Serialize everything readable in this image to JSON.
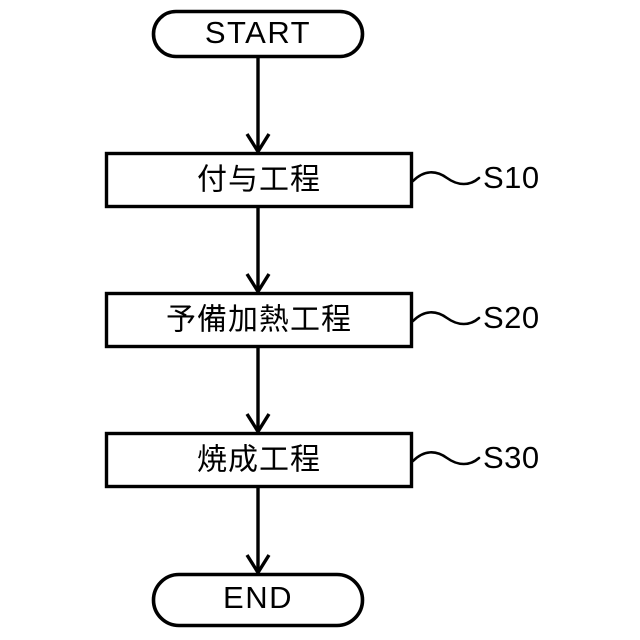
{
  "diagram": {
    "type": "flowchart",
    "orientation": "vertical",
    "background_color": "#ffffff",
    "stroke_color": "#000000",
    "start": {
      "label": "START",
      "shape": "stadium"
    },
    "end": {
      "label": "END",
      "shape": "stadium"
    },
    "steps": [
      {
        "label": "付与工程",
        "step_id": "S10",
        "shape": "rectangle"
      },
      {
        "label": "予備加熱工程",
        "step_id": "S20",
        "shape": "rectangle"
      },
      {
        "label": "焼成工程",
        "step_id": "S30",
        "shape": "rectangle"
      }
    ],
    "connectors": [
      {
        "from": "START",
        "to": "S10",
        "arrow": "down-arrow-icon"
      },
      {
        "from": "S10",
        "to": "S20",
        "arrow": "down-arrow-icon"
      },
      {
        "from": "S20",
        "to": "S30",
        "arrow": "down-arrow-icon"
      },
      {
        "from": "S30",
        "to": "END",
        "arrow": "down-arrow-icon"
      }
    ]
  }
}
